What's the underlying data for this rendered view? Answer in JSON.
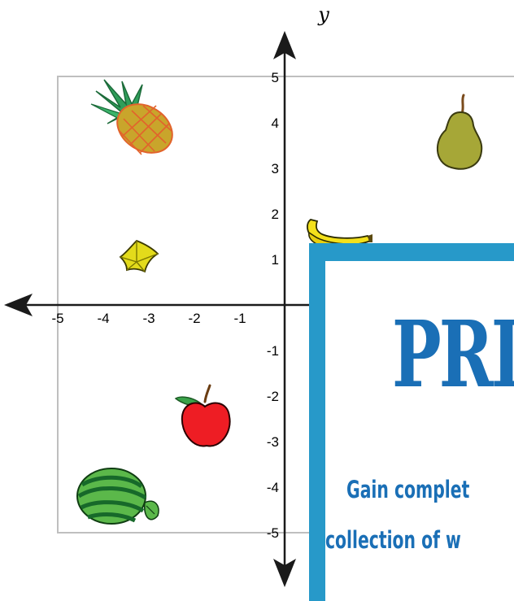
{
  "axes": {
    "x_ticks": [
      "-5",
      "-4",
      "-3",
      "-2",
      "-1"
    ],
    "y_ticks": [
      "5",
      "4",
      "3",
      "2",
      "1",
      "-1",
      "-2",
      "-3",
      "-4",
      "-5"
    ],
    "y_title": "y"
  },
  "fruits": [
    {
      "name": "pineapple",
      "x": -3.3,
      "y": 4.0
    },
    {
      "name": "pear",
      "x": 3.9,
      "y": 3.6
    },
    {
      "name": "banana",
      "x": 1.2,
      "y": 1.6
    },
    {
      "name": "star fruit",
      "x": -3.3,
      "y": 1.0
    },
    {
      "name": "apple",
      "x": -2.0,
      "y": -2.6
    },
    {
      "name": "watermelon",
      "x": -4.0,
      "y": -4.2
    }
  ],
  "colors": {
    "axis": "#1a1a1a",
    "frame": "#bfbfbf",
    "promo_border": "#2799c9",
    "promo_text": "#1a6fb6"
  },
  "promo": {
    "title": "PRI",
    "line1": "Gain complet",
    "line2": "collection of w"
  }
}
